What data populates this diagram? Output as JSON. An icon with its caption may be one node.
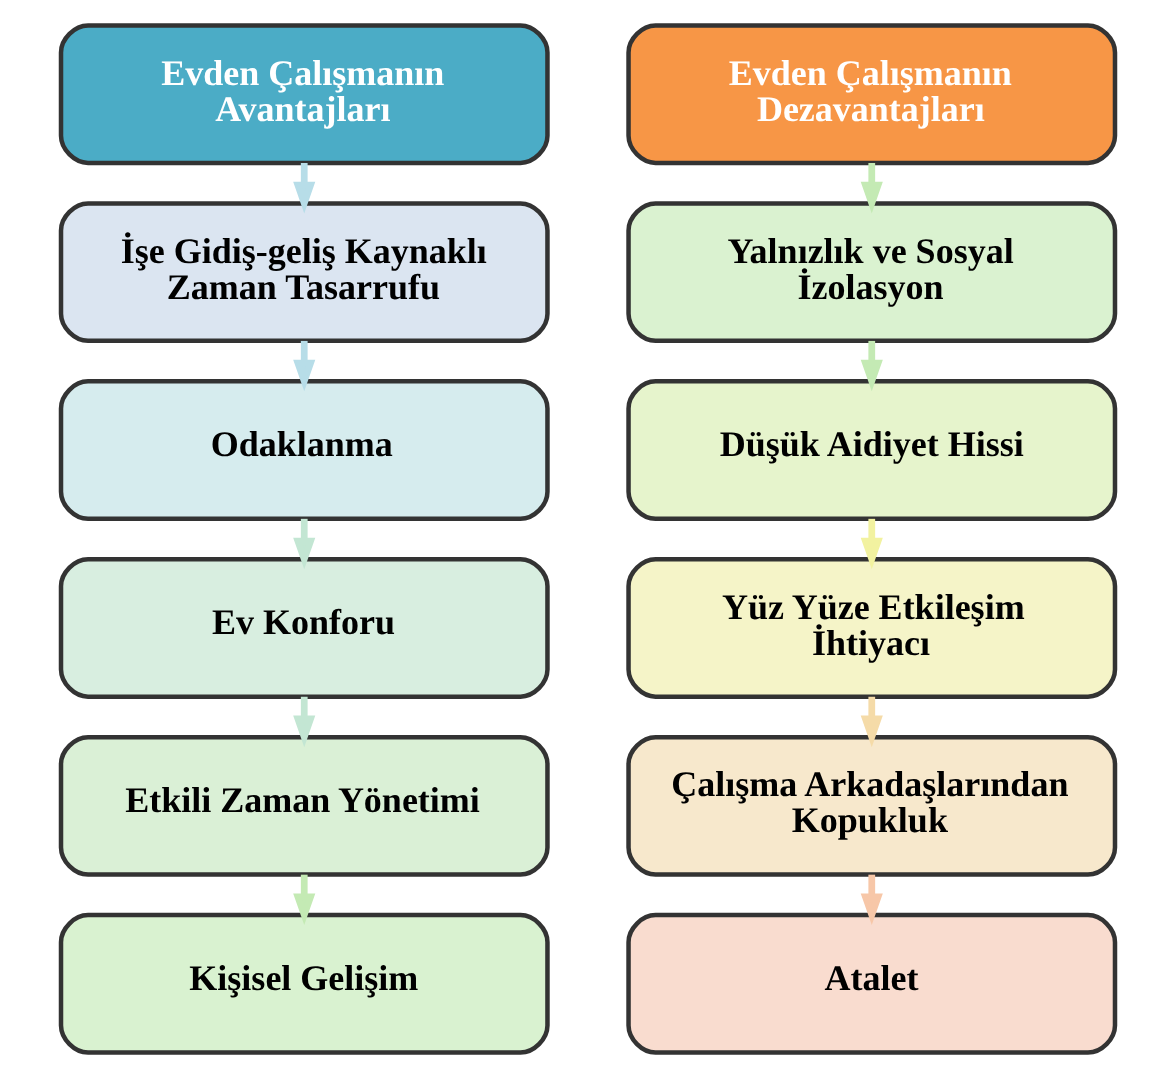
{
  "diagram": {
    "nodes": [
      {
        "text": [
          "Evden Çalışmanın Avantajları"
        ]
      },
      {
        "text": [
          "İşe Gidiş-geliş Kaynaklı Zaman Tasarrufu"
        ]
      },
      {
        "text": [
          "Odaklanma"
        ]
      },
      {
        "text": [
          "Ev Konforu"
        ]
      },
      {
        "text": [
          "Etkili Zaman Yönetimi"
        ]
      },
      {
        "text": [
          "Kişisel Gelişim"
        ]
      },
      {
        "text": [
          "Evden Çalışmanın Dezavantajları"
        ]
      },
      {
        "text": [
          "Yalnızlık ve Sosyal İzolasyon"
        ]
      },
      {
        "text": [
          "Düşük Aidiyet Hissi"
        ]
      },
      {
        "text": [
          "Yüz Yüze Etkileşim İhtiyacı"
        ]
      },
      {
        "text": [
          "Çalışma Arkadaşlarından Kopukluk"
        ]
      },
      {
        "text": [
          "Atalet"
        ]
      }
    ],
    "edges": [
      {
        "from": 0,
        "to": 1,
        "arrow": "to"
      },
      {
        "from": 1,
        "to": 2,
        "arrow": "to"
      },
      {
        "from": 2,
        "to": 3,
        "arrow": "to"
      },
      {
        "from": 3,
        "to": 4,
        "arrow": "to"
      },
      {
        "from": 4,
        "to": 5,
        "arrow": "to"
      },
      {
        "from": 6,
        "to": 7,
        "arrow": "to"
      },
      {
        "from": 7,
        "to": 8,
        "arrow": "to"
      },
      {
        "from": 8,
        "to": 9,
        "arrow": "to"
      },
      {
        "from": 9,
        "to": 10,
        "arrow": "to"
      },
      {
        "from": 10,
        "to": 11,
        "arrow": "to"
      }
    ]
  }
}
